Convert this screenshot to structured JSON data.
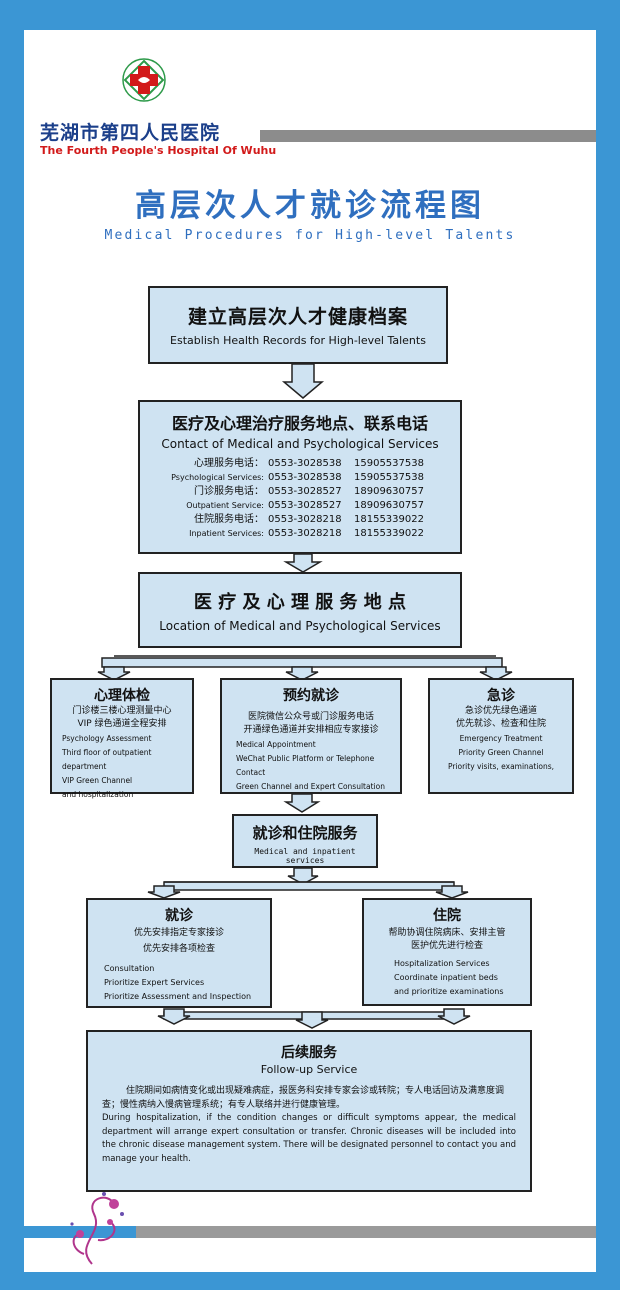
{
  "header": {
    "hospital_cn": "芜湖市第四人民医院",
    "hospital_en": "The Fourth People's Hospital Of Wuhu",
    "title_cn": "高层次人才就诊流程图",
    "title_en": "Medical Procedures for High-level Talents"
  },
  "step1": {
    "cn": "建立高层次人才健康档案",
    "en": "Establish Health Records for High-level Talents"
  },
  "step2": {
    "cn": "医疗及心理治疗服务地点、联系电话",
    "en": "Contact of Medical and Psychological Services",
    "rows": [
      {
        "label": "心理服务电话：",
        "phone": "0553-3028538",
        "mobile": "15905537538"
      },
      {
        "label": "Psychological Services:",
        "phone": "0553-3028538",
        "mobile": "15905537538"
      },
      {
        "label": "门诊服务电话：",
        "phone": "0553-3028527",
        "mobile": "18909630757"
      },
      {
        "label": "Outpatient Service:",
        "phone": "0553-3028527",
        "mobile": "18909630757"
      },
      {
        "label": "住院服务电话：",
        "phone": "0553-3028218",
        "mobile": "18155339022"
      },
      {
        "label": "Inpatient Services:",
        "phone": "0553-3028218",
        "mobile": "18155339022"
      }
    ]
  },
  "step3": {
    "cn": "医 疗 及 心 理 服 务 地 点",
    "en": "Location of Medical and Psychological Services"
  },
  "branch_left": {
    "title": "心理体检",
    "lines_cn": [
      "门诊楼三楼心理测量中心",
      "VIP 绿色通道全程安排"
    ],
    "lines_en": [
      "Psychology Assessment",
      "Third floor of outpatient department",
      "VIP Green Channel",
      "and hospitalization"
    ]
  },
  "branch_mid": {
    "title": "预约就诊",
    "lines_cn": [
      "医院微信公众号或门诊服务电话",
      "开通绿色通道并安排相应专家接诊"
    ],
    "lines_en": [
      "Medical Appointment",
      "WeChat Public Platform or Telephone Contact",
      "Green Channel and Expert Consultation"
    ]
  },
  "branch_right": {
    "title": "急诊",
    "lines_cn": [
      "急诊优先绿色通道",
      "优先就诊、检查和住院"
    ],
    "lines_en": [
      "Emergency Treatment",
      "Priority Green Channel",
      "Priority visits, examinations,"
    ]
  },
  "step4": {
    "cn": "就诊和住院服务",
    "en": "Medical and inpatient services"
  },
  "visit": {
    "title": "就诊",
    "lines_cn": [
      "优先安排指定专家接诊",
      "优先安排各项检查"
    ],
    "lines_en": [
      "Consultation",
      "Prioritize Expert Services",
      "Prioritize Assessment and Inspection"
    ]
  },
  "inpatient": {
    "title": "住院",
    "lines_cn": [
      "帮助协调住院病床、安排主管",
      "医护优先进行检查"
    ],
    "lines_en": [
      "Hospitalization Services",
      "Coordinate inpatient beds",
      "and prioritize examinations"
    ]
  },
  "followup": {
    "cn": "后续服务",
    "en": "Follow-up Service",
    "body_cn": "住院期间如病情变化或出现疑难病症，报医务科安排专家会诊或转院；专人电话回访及满意度调查；慢性病纳入慢病管理系统；有专人联络并进行健康管理。",
    "body_en": "During hospitalization, if the condition changes or difficult symptoms appear, the medical department will arrange expert consultation or transfer. Chronic diseases will be included into the chronic disease management system. There will be designated personnel to contact you and manage your health."
  },
  "colors": {
    "box_fill": "#cfe3f2",
    "title_blue": "#2f6fbf",
    "hospital_red": "#d21a1a",
    "frame_blue": "#3b96d4"
  }
}
